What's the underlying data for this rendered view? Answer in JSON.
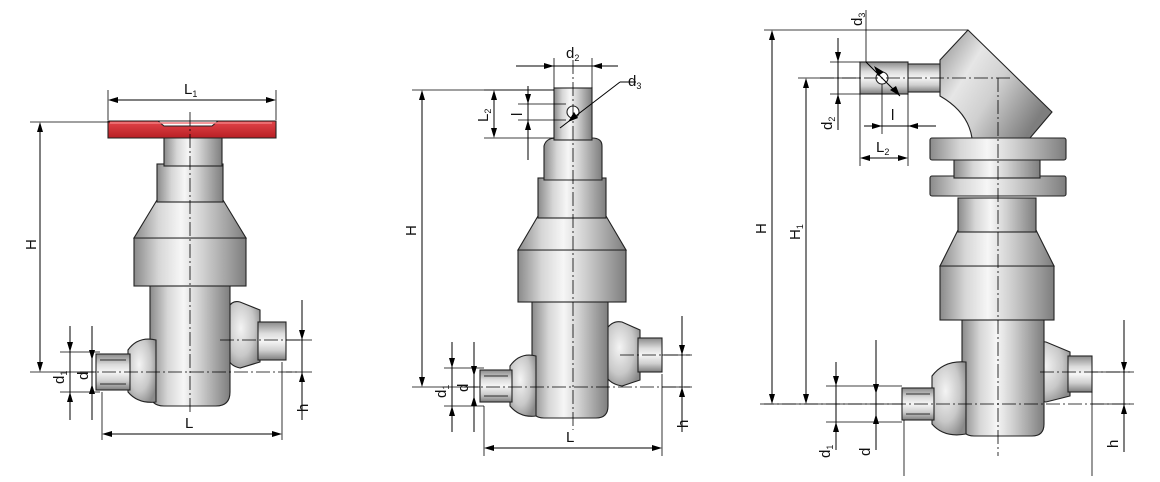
{
  "figures": [
    {
      "id": "valve-handwheel",
      "labels": {
        "L1": {
          "main": "L",
          "sub": "1"
        },
        "H": {
          "main": "H"
        },
        "d1": {
          "main": "d",
          "sub": "1"
        },
        "d": {
          "main": "d"
        },
        "L": {
          "main": "L"
        },
        "h": {
          "main": "h"
        }
      }
    },
    {
      "id": "valve-stem",
      "labels": {
        "d2": {
          "main": "d",
          "sub": "2"
        },
        "d3": {
          "main": "d",
          "sub": "3"
        },
        "L2": {
          "main": "L",
          "sub": "2"
        },
        "l": {
          "main": "l"
        },
        "H": {
          "main": "H"
        },
        "d1": {
          "main": "d",
          "sub": "1"
        },
        "d": {
          "main": "d"
        },
        "L": {
          "main": "L"
        },
        "h": {
          "main": "h"
        }
      }
    },
    {
      "id": "valve-angled-extension",
      "labels": {
        "d3": {
          "main": "d",
          "sub": "3"
        },
        "d2": {
          "main": "d",
          "sub": "2"
        },
        "l": {
          "main": "l"
        },
        "L2": {
          "main": "L",
          "sub": "2"
        },
        "H": {
          "main": "H"
        },
        "H1": {
          "main": "H",
          "sub": "1"
        },
        "d1": {
          "main": "d",
          "sub": "1"
        },
        "d": {
          "main": "d"
        },
        "h": {
          "main": "h"
        }
      }
    }
  ],
  "colors": {
    "handwheel": "#d42a2f",
    "metal_light": "#f4f4f4",
    "metal_mid": "#c4c4c4",
    "metal_dark": "#8e8e8e",
    "line": "#000000"
  }
}
